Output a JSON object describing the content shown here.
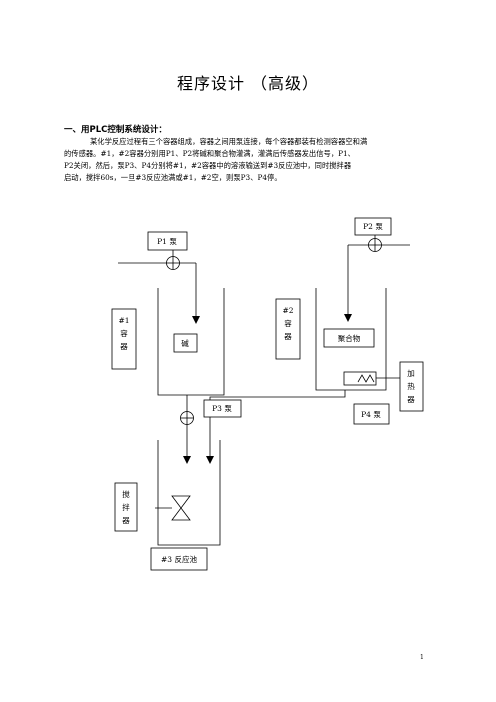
{
  "document": {
    "title": "程序设计 （高级）",
    "section_heading": "一、用PLC控制系统设计：",
    "paragraph_lines": [
      "某化学反应过程有三个容器组成，容器之间用泵连接，每个容器都装有检测容器空和满",
      "的传感器。#1，#2容器分别用P1、P2将碱和聚合物灌满，灌满后传感器发出信号，P1、",
      "P2关闭，然后，泵P3、P4分别将#1，#2容器中的溶液输送到#3反应池中，同时搅拌器",
      "启动，搅拌60s，一旦#3反应池满或#1，#2空，则泵P3、P4停。"
    ],
    "page_number": "1"
  },
  "diagram": {
    "p1_pump_label": "P1 泵",
    "p2_pump_label": "P2 泵",
    "p3_pump_label": "P3 泵",
    "p4_pump_label": "P4 泵",
    "container1_label": [
      "#1",
      "容",
      "器"
    ],
    "container2_label": [
      "#2",
      "容",
      "器"
    ],
    "alkali_label": "碱",
    "polymer_label": "聚合物",
    "heater_label": [
      "加",
      "热",
      "器"
    ],
    "stirrer_label": [
      "搅",
      "拌",
      "器"
    ],
    "reaction_pool_label": "#3 反应池"
  }
}
